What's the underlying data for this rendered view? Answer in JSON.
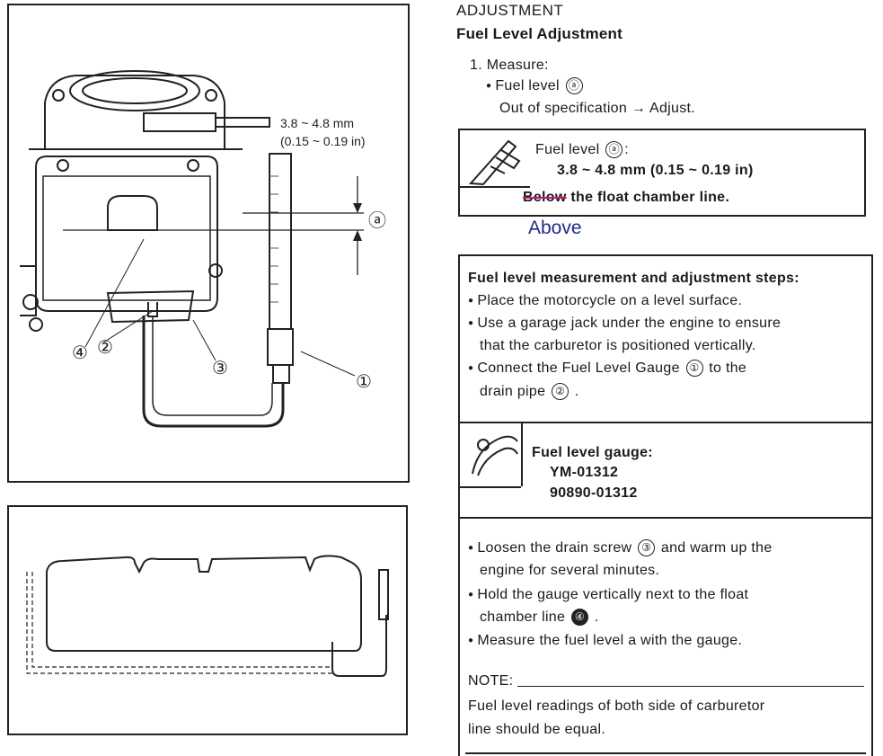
{
  "header": {
    "section": "ADJUSTMENT",
    "subsection": "Fuel Level Adjustment",
    "step": "1. Measure:",
    "bullet": "Fuel level",
    "result": "Out of specification → Adjust."
  },
  "spec": {
    "label": "Fuel level",
    "colon": ":",
    "value": "3.8 ~ 4.8 mm (0.15 ~ 0.19 in)",
    "strike_word": "Below",
    "tail": "the float chamber line.",
    "handwritten": "Above"
  },
  "figure": {
    "dim_line1": "3.8 ~ 4.8 mm",
    "dim_line2": "(0.15 ~ 0.19 in)",
    "callouts": [
      "①",
      "②",
      "③",
      "④",
      "ⓐ"
    ]
  },
  "steps": {
    "title": "Fuel level measurement and adjustment steps:",
    "items": [
      "Place the motorcycle on a level surface.",
      "Use a garage jack under the engine to ensure",
      "that the carburetor is positioned vertically.",
      "Connect the Fuel Level Gauge",
      "to the",
      "drain pipe",
      "."
    ],
    "gauge_label": "Fuel level gauge:",
    "gauge_part1": "YM-01312",
    "gauge_part2": "90890-01312",
    "more": [
      "Loosen the drain screw",
      "and warm up the",
      "engine for several minutes.",
      "Hold the gauge vertically next to the float",
      "chamber line",
      ".",
      "Measure the fuel level a with the gauge."
    ],
    "note_label": "NOTE:",
    "note_text_1": "Fuel level readings of both side of carburetor",
    "note_text_2": "line should be equal."
  },
  "colors": {
    "ink": "#1a1a1a",
    "strike": "#c2187a",
    "handwritten": "#1f2a8a"
  },
  "icons": [
    "caliper-icon",
    "gauge-tool-icon"
  ]
}
